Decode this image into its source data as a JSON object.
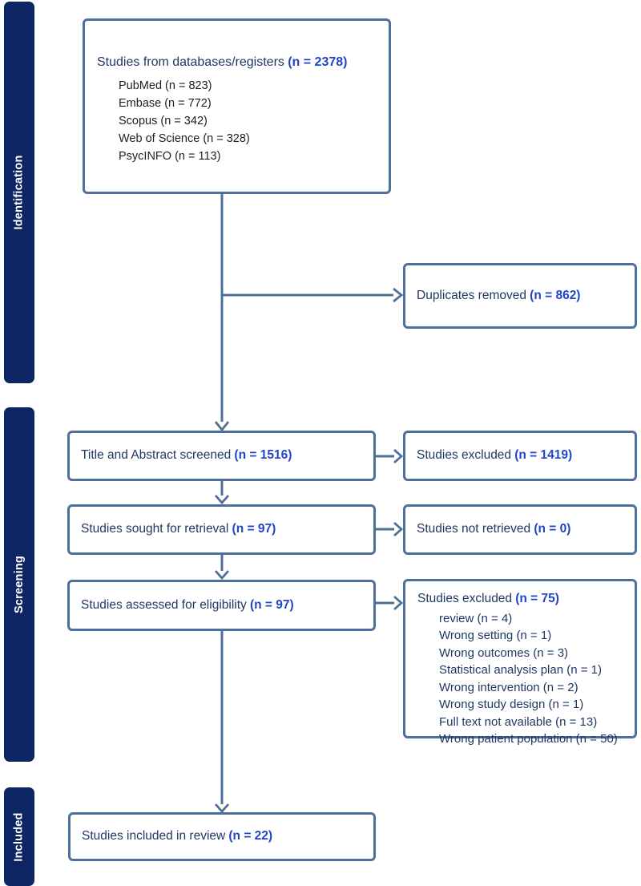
{
  "colors": {
    "sidebar-navy": "#0e2563",
    "box-border": "#4f6f9b",
    "arrow": "#4f6f9b",
    "text-navy": "#1f3864",
    "value-blue": "#2145c8",
    "list-black": "#1f1f1f",
    "box-bg": "#ffffff"
  },
  "stages": [
    {
      "label": "Identification"
    },
    {
      "label": "Screening"
    },
    {
      "label": "Included"
    }
  ],
  "boxes": {
    "databases": {
      "label": "Studies from databases/registers",
      "n": "(n = 2378)",
      "items": [
        "PubMed (n = 823)",
        "Embase (n = 772)",
        "Scopus (n = 342)",
        "Web of Science (n = 328)",
        "PsycINFO (n = 113)"
      ]
    },
    "duplicates": {
      "label": "Duplicates removed",
      "n": "(n = 862)"
    },
    "screened": {
      "label": "Title and Abstract screened",
      "n": "(n = 1516)"
    },
    "excluded_screening": {
      "label": "Studies excluded",
      "n": "(n = 1419)"
    },
    "sought": {
      "label": "Studies sought for retrieval",
      "n": "(n = 97)"
    },
    "not_retrieved": {
      "label": "Studies not retrieved",
      "n": "(n = 0)"
    },
    "assessed": {
      "label": "Studies assessed for eligibility",
      "n": "(n = 97)"
    },
    "excluded_eligibility": {
      "label": "Studies excluded",
      "n": "(n = 75)",
      "items": [
        "review (n = 4)",
        "Wrong setting (n = 1)",
        "Wrong outcomes (n = 3)",
        "Statistical analysis plan (n = 1)",
        "Wrong intervention (n = 2)",
        "Wrong study design (n = 1)",
        "Full text not available (n = 13)",
        "Wrong patient population (n = 50)"
      ]
    },
    "included": {
      "label": "Studies included in review",
      "n": "(n = 22)"
    }
  }
}
